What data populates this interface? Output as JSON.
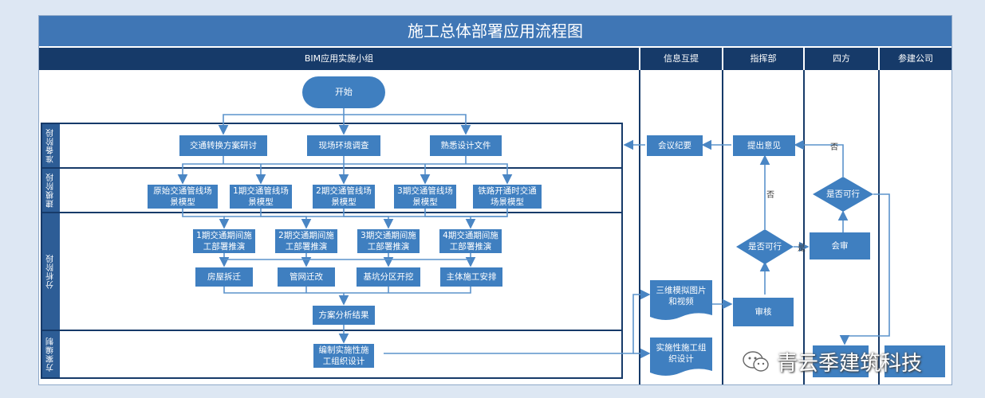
{
  "title": "施工总体部署应用流程图",
  "lanes": [
    "BIM应用实施小组",
    "信息互提",
    "指挥部",
    "四方",
    "参建公司"
  ],
  "phases": [
    "准备阶段",
    "建模阶段",
    "分析阶段",
    "方案编制"
  ],
  "nodes": {
    "start": "开始",
    "p1a": "交通转换方案研讨",
    "p1b": "现场环境调查",
    "p1c": "熟悉设计文件",
    "m1": "原始交通管线场景模型",
    "m2": "1期交通管线场景模型",
    "m3": "2期交通管线场景模型",
    "m4": "3期交通管线场景模型",
    "m5": "铁路开通时交通场景模型",
    "a1": "1期交通期间施工部署推演",
    "a2": "2期交通期间施工部署推演",
    "a3": "3期交通期间施工部署推演",
    "a4": "4期交通期间施工部署推演",
    "b1": "房屋拆迁",
    "b2": "管网迁改",
    "b3": "基坑分区开挖",
    "b4": "主体施工安排",
    "result": "方案分析结果",
    "design": "编制实施性施工组织设计",
    "minutes": "会议纪要",
    "propose": "提出意见",
    "feasible1": "是否可行",
    "feasible2": "是否可行",
    "review_meeting": "会审",
    "sim": "三维模拟图片和视频",
    "audit": "审核",
    "impl_design": "实施性施工组织设计"
  },
  "edge_labels": {
    "no1": "否",
    "no2": "否",
    "yes1": "是"
  },
  "watermark": "青云季建筑科技"
}
